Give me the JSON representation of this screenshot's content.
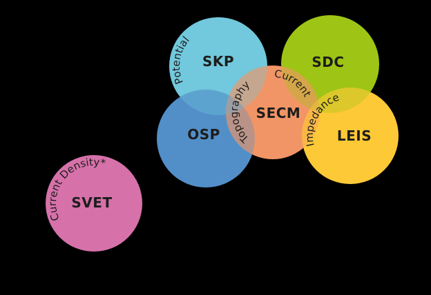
{
  "diagram": {
    "background_color": "#000000",
    "label_color": "#1d1d1b",
    "circles": [
      {
        "id": "skp",
        "label": "SKP",
        "color": "#72c8dc"
      },
      {
        "id": "osp",
        "label": "OSP",
        "color": "#528fc8"
      },
      {
        "id": "sdc",
        "label": "SDC",
        "color": "#9ec515"
      },
      {
        "id": "secm",
        "label": "SECM",
        "color": "#f29566"
      },
      {
        "id": "leis",
        "label": "LEIS",
        "color": "#fdc936"
      },
      {
        "id": "svet",
        "label": "SVET",
        "color": "#d671aa"
      }
    ],
    "arc_labels": [
      {
        "id": "potential",
        "text": "Potential"
      },
      {
        "id": "topography",
        "text": "Topography"
      },
      {
        "id": "current",
        "text": "Current"
      },
      {
        "id": "impedance",
        "text": "Impedance"
      },
      {
        "id": "current_density",
        "text": "Current Density*"
      }
    ]
  }
}
